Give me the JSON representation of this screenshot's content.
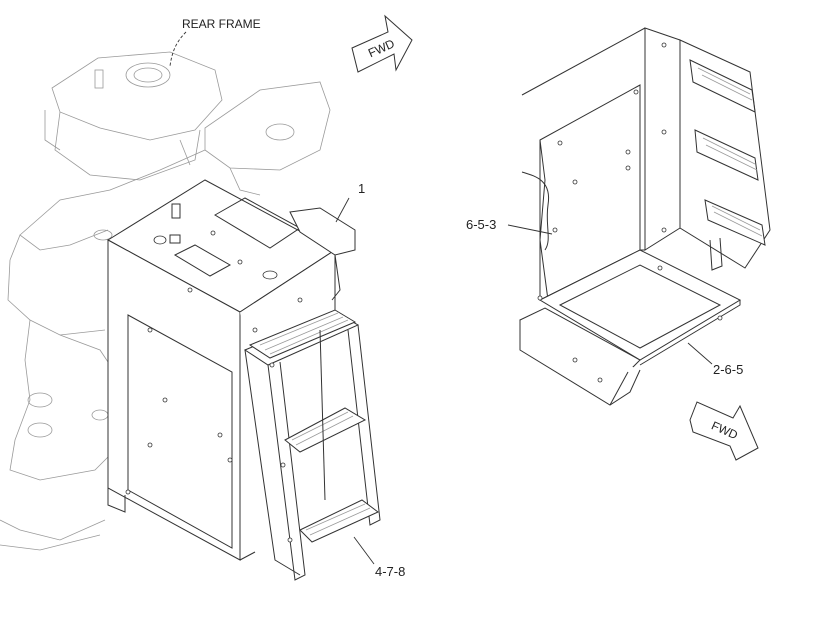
{
  "labels": {
    "rear_frame": "REAR FRAME",
    "callout_1": "1",
    "callout_478": "4-7-8",
    "callout_653": "6-5-3",
    "callout_265": "2-6-5"
  },
  "arrows": {
    "fwd_top": "FWD",
    "fwd_bottom": "FWD"
  },
  "colors": {
    "line": "#333333",
    "ghost": "#9a9a9a",
    "background": "#ffffff"
  }
}
